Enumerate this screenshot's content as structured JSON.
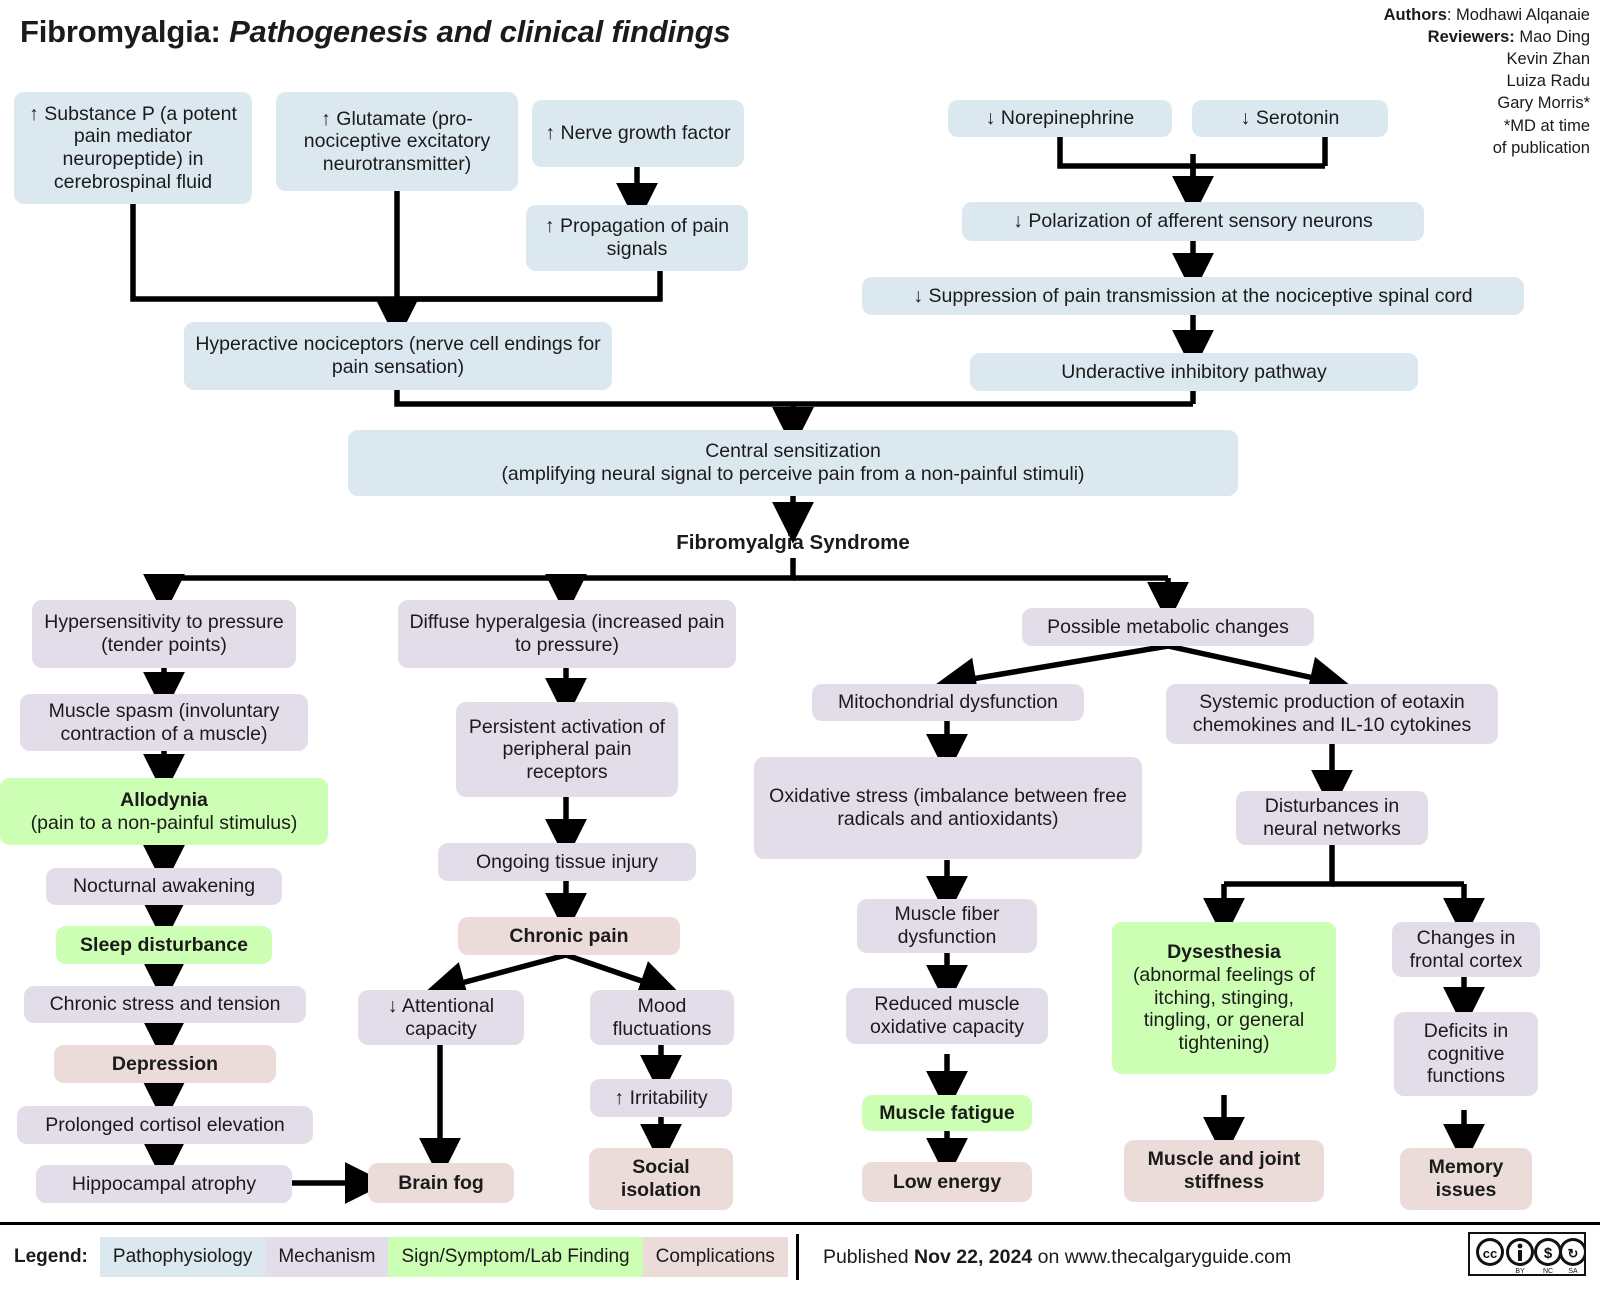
{
  "title": {
    "main": "Fibromyalgia:",
    "sub": "Pathogenesis and clinical findings"
  },
  "authors": {
    "authors_label": "Authors",
    "authors_value": ": Modhawi Alqanaie",
    "reviewers_label": "Reviewers:",
    "reviewers_value": " Mao Ding",
    "lines": [
      "Kevin Zhan",
      "Luiza Radu",
      "Gary Morris*",
      "*MD at time",
      "of publication"
    ]
  },
  "nodes": {
    "substance_p": "↑ Substance P (a potent pain mediator neuropeptide) in cerebrospinal fluid",
    "glutamate": "↑ Glutamate (pro-nociceptive excitatory neurotransmitter)",
    "nerve_growth_factor": "↑ Nerve growth factor",
    "propagation": "↑ Propagation of pain signals",
    "hyperactive_nociceptors": "Hyperactive nociceptors (nerve cell endings for pain sensation)",
    "norepinephrine": "↓ Norepinephrine",
    "serotonin": "↓ Serotonin",
    "polarization": "↓ Polarization of afferent sensory neurons",
    "suppression": "↓ Suppression of pain transmission at the nociceptive spinal cord",
    "underactive": "Underactive inhibitory pathway",
    "central_sensitization": "Central sensitization\n(amplifying neural signal to perceive pain from a non-painful stimuli)",
    "central_sensitization_l1": "Central sensitization",
    "central_sensitization_l2": "(amplifying neural signal to perceive pain from a non-painful stimuli)",
    "fibromyalgia_syndrome": "Fibromyalgia Syndrome",
    "hypersensitivity": "Hypersensitivity to pressure (tender points)",
    "muscle_spasm": "Muscle spasm (involuntary contraction of a muscle)",
    "allodynia_title": "Allodynia",
    "allodynia_sub": "(pain to a non-painful stimulus)",
    "nocturnal_awakening": "Nocturnal awakening",
    "sleep_disturbance": "Sleep disturbance",
    "chronic_stress": "Chronic stress and tension",
    "depression": "Depression",
    "prolonged_cortisol": "Prolonged cortisol elevation",
    "hippocampal_atrophy": "Hippocampal atrophy",
    "diffuse_hyperalgesia": "Diffuse hyperalgesia (increased pain to pressure)",
    "persistent_activation": "Persistent activation of  peripheral pain receptors",
    "ongoing_tissue_injury": "Ongoing tissue injury",
    "chronic_pain": "Chronic pain",
    "attentional_capacity": "↓ Attentional capacity",
    "mood_fluctuations": "Mood fluctuations",
    "irritability": "↑ Irritability",
    "brain_fog": "Brain fog",
    "social_isolation": "Social isolation",
    "possible_metabolic": "Possible metabolic changes",
    "mitochondrial": "Mitochondrial dysfunction",
    "oxidative_stress": "Oxidative stress (imbalance between free radicals and antioxidants)",
    "muscle_fiber": "Muscle fiber dysfunction",
    "reduced_muscle": "Reduced muscle oxidative capacity",
    "muscle_fatigue": "Muscle fatigue",
    "low_energy": "Low energy",
    "systemic_eotaxin": "Systemic production of eotaxin chemokines and IL-10 cytokines",
    "disturbances": "Disturbances in neural networks",
    "dysesthesia_title": "Dysesthesia",
    "dysesthesia_sub": "(abnormal feelings of itching, stinging, tingling, or general tightening)",
    "changes_frontal": "Changes in frontal cortex",
    "deficits_cognitive": "Deficits in cognitive functions",
    "muscle_joint_stiffness": "Muscle and joint stiffness",
    "memory_issues": "Memory issues"
  },
  "legend": {
    "label": "Legend:",
    "items": [
      {
        "text": "Pathophysiology",
        "color": "#dce8f0"
      },
      {
        "text": "Mechanism",
        "color": "#e3dde9"
      },
      {
        "text": "Sign/Symptom/Lab Finding",
        "color": "#ccffb3"
      },
      {
        "text": "Complications",
        "color": "#ebdcda"
      }
    ]
  },
  "footer": {
    "published_prefix": "Published ",
    "published_date": "Nov 22, 2024",
    "published_suffix": " on www.thecalgaryguide.com",
    "license": "CC BY-NC-SA"
  },
  "colors": {
    "pathophysiology": "#dce8f0",
    "mechanism": "#e3dde9",
    "sign_symptom": "#ccffb3",
    "complications": "#ebdcda",
    "edge": "#000000"
  }
}
